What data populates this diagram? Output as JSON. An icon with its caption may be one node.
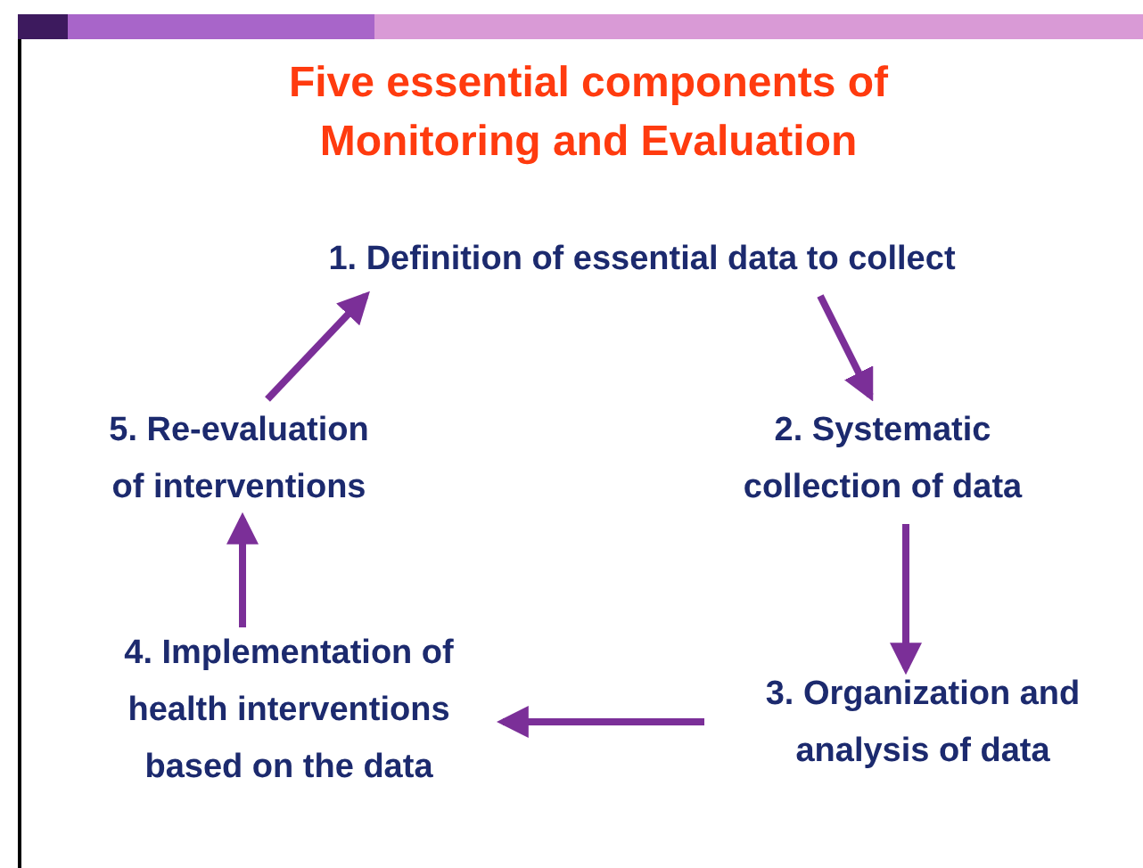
{
  "diagram": {
    "title": "Five essential components of Monitoring and Evaluation",
    "nodes": [
      {
        "text": [
          "1. Definition of essential data to collect"
        ]
      },
      {
        "text": [
          "2. Systematic collection of data"
        ]
      },
      {
        "text": [
          "3. Organization and analysis of data"
        ]
      },
      {
        "text": [
          "4. Implementation of health interventions based on the data"
        ]
      },
      {
        "text": [
          "5. Re-evaluation of interventions"
        ]
      }
    ],
    "edges": [
      {
        "from": 0,
        "to": 1,
        "arrow": "to"
      },
      {
        "from": 1,
        "to": 2,
        "arrow": "to"
      },
      {
        "from": 2,
        "to": 3,
        "arrow": "to"
      },
      {
        "from": 3,
        "to": 4,
        "arrow": "to"
      },
      {
        "from": 4,
        "to": 0,
        "arrow": "to"
      }
    ]
  }
}
